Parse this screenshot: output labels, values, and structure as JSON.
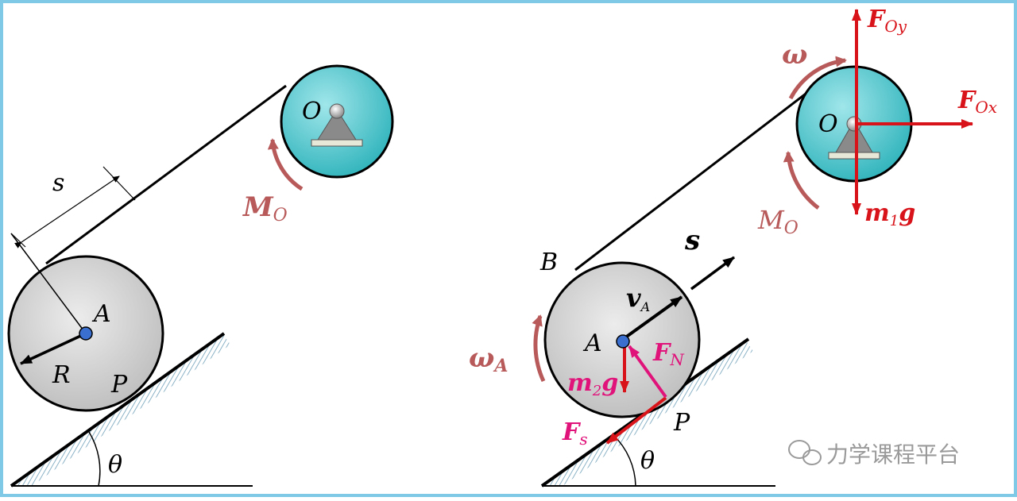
{
  "colors": {
    "frame": "#7fc8e6",
    "pulley_fill": "#4ec9cf",
    "disk_fill": "#cfcfcf",
    "ground_hatch": "#6ea0b8",
    "moment": "#b85a5a",
    "force_red": "#d8141a",
    "force_magenta": "#e0137a",
    "watermark": "#9a9a9a"
  },
  "left_diagram": {
    "label_O": "O",
    "label_A": "A",
    "label_R": "R",
    "label_P": "P",
    "label_s": "s",
    "label_theta": "θ",
    "moment_main": "M",
    "moment_sub": "O"
  },
  "right_diagram": {
    "label_O": "O",
    "label_A": "A",
    "label_B": "B",
    "label_P": "P",
    "label_s": "s",
    "label_theta": "θ",
    "omega": "ω",
    "omega_A_main": "ω",
    "omega_A_sub": "A",
    "moment_main": "M",
    "moment_sub": "O",
    "vA_main": "v",
    "vA_sub": "A",
    "FOy_main": "F",
    "FOy_sub": "Oy",
    "FOx_main": "F",
    "FOx_sub": "Ox",
    "m1g_m": "m",
    "m1g_sub": "1",
    "m1g_g": "g",
    "m2g_m": "m",
    "m2g_sub": "2",
    "m2g_g": "g",
    "FN_main": "F",
    "FN_sub": "N",
    "Fs_main": "F",
    "Fs_sub": "s"
  },
  "watermark": {
    "icon": "wechat-icon",
    "text": "力学课程平台"
  }
}
